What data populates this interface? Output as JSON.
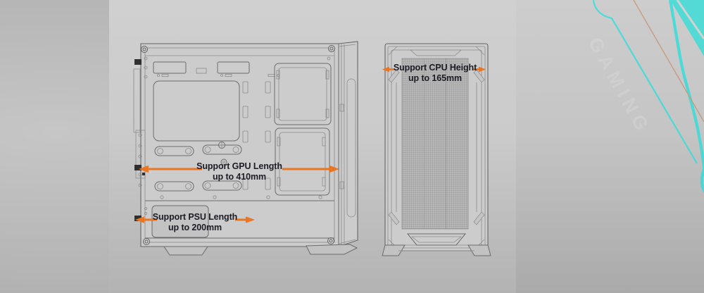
{
  "product_image": {
    "annotations": {
      "gpu": {
        "line1": "Support GPU Length",
        "line2": "up to 410mm"
      },
      "psu": {
        "line1": "Support PSU Length",
        "line2": "up to 200mm"
      },
      "cpu": {
        "line1": "Support CPU Height",
        "line2": "up to 165mm"
      }
    },
    "watermark": "GAMING",
    "colors": {
      "arrow_orange": "#E87622",
      "accent_cyan": "#4EDFDC",
      "accent_tan": "#C8A184",
      "annotation_text": "#1C1C26",
      "watermark_gray": "#D6D6D6"
    }
  }
}
